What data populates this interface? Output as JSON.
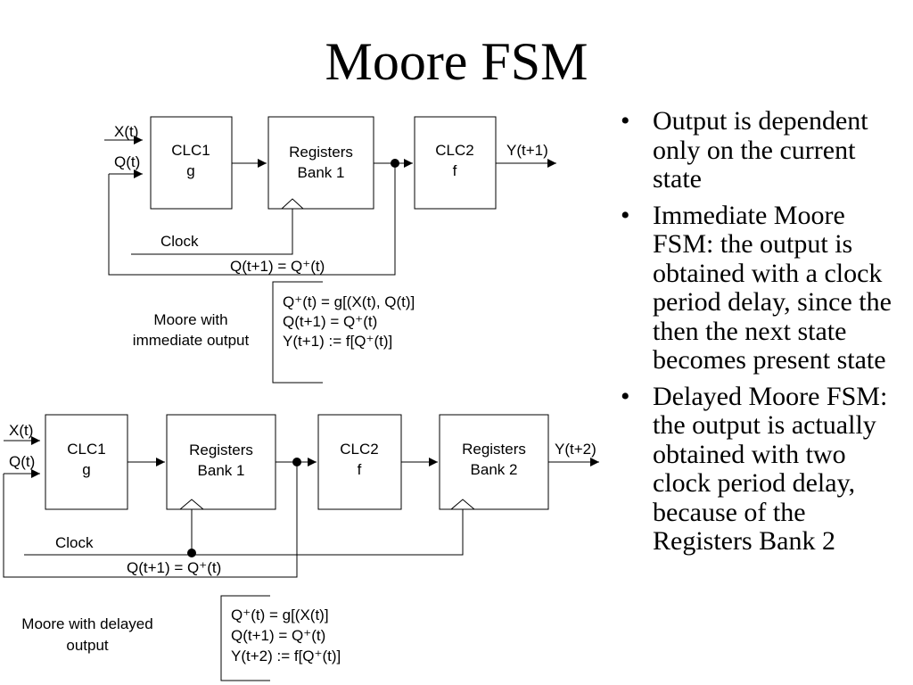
{
  "title": "Moore FSM",
  "diagram_immediate": {
    "input_x": "X(t)",
    "input_q": "Q(t)",
    "clc1_name": "CLC1",
    "clc1_func": "g",
    "reg_line1": "Registers",
    "reg_line2": "Bank 1",
    "clc2_name": "CLC2",
    "clc2_func": "f",
    "output": "Y(t+1)",
    "clock": "Clock",
    "feedback": "Q(t+1) = Q⁺(t)",
    "caption_line1": "Moore with",
    "caption_line2": "immediate output",
    "eq1": "Q⁺(t) = g[(X(t), Q(t)]",
    "eq2": "Q(t+1) = Q⁺(t)",
    "eq3": "Y(t+1) := f[Q⁺(t)]"
  },
  "diagram_delayed": {
    "input_x": "X(t)",
    "input_q": "Q(t)",
    "clc1_name": "CLC1",
    "clc1_func": "g",
    "reg1_line1": "Registers",
    "reg1_line2": "Bank 1",
    "clc2_name": "CLC2",
    "clc2_func": "f",
    "reg2_line1": "Registers",
    "reg2_line2": "Bank 2",
    "output": "Y(t+2)",
    "clock": "Clock",
    "feedback": "Q(t+1) = Q⁺(t)",
    "caption_line1": "Moore with delayed",
    "caption_line2": "output",
    "eq1": "Q⁺(t) = g[(X(t)]",
    "eq2": "Q(t+1) = Q⁺(t)",
    "eq3": "Y(t+2) := f[Q⁺(t)]"
  },
  "bullets": [
    "Output is dependent only on the current state",
    "Immediate Moore FSM: the output is obtained with a clock period delay, since the then the next state becomes present state",
    "Delayed Moore FSM: the output is actually obtained with two clock period delay, because of the Registers Bank 2"
  ]
}
